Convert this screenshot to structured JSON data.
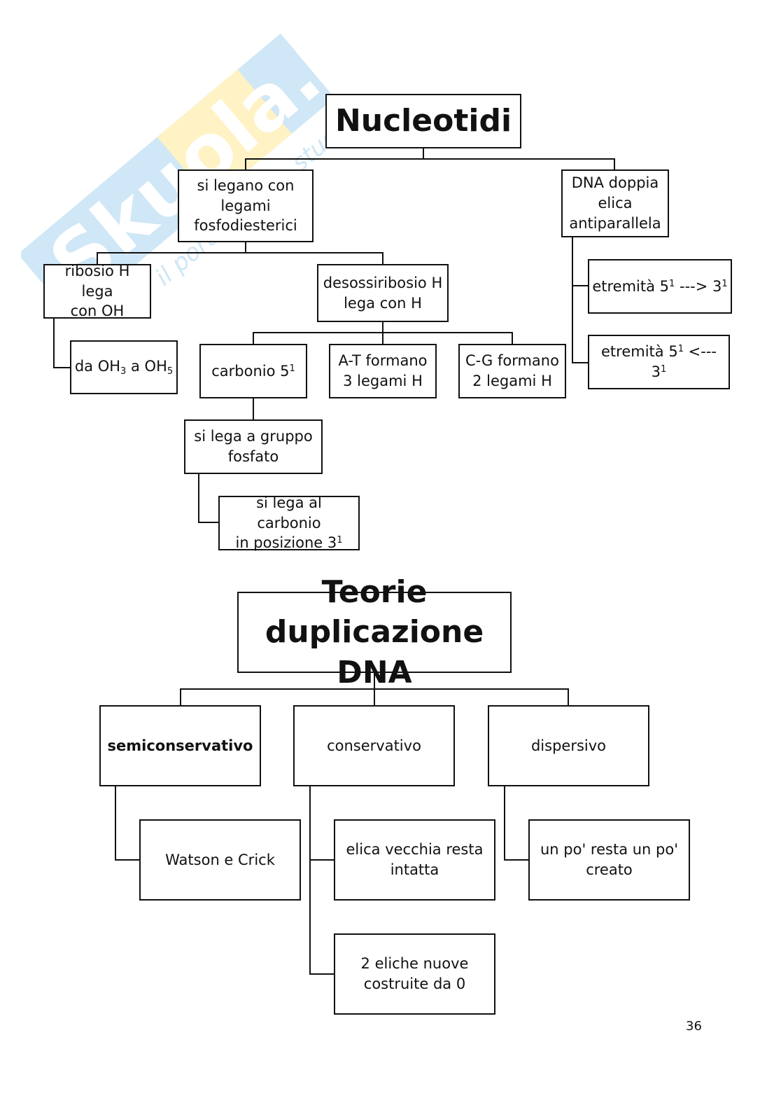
{
  "watermark": {
    "logo_text": "Skuola.net",
    "tagline": "il portale dello studente"
  },
  "nucleotidi": {
    "title": "Nucleotidi",
    "legami": {
      "line1": "si legano con",
      "line2": "legami",
      "line3": "fosfodiesterici"
    },
    "ribosio": {
      "line1": "ribosio H lega",
      "line2": "con OH"
    },
    "da_oh": {
      "t1": "da OH",
      "s1": "3",
      "t2": " a OH",
      "s2": "5"
    },
    "desossiribosio": {
      "line1": "desossiribosio H",
      "line2": "lega con H"
    },
    "carbonio": {
      "text": "carbonio 5",
      "sup": "1"
    },
    "at": {
      "line1": "A-T formano",
      "line2": "3 legami H"
    },
    "cg": {
      "line1": "C-G formano",
      "line2": "2 legami H"
    },
    "fosfato": {
      "line1": "si lega a gruppo",
      "line2": "fosfato"
    },
    "carbonio3": {
      "line1": "si lega al carbonio",
      "line2": "in posizione 3",
      "sup": "1"
    },
    "dna": {
      "line1": "DNA doppia",
      "line2": "elica",
      "line3": "antiparallela"
    },
    "etr1": {
      "t1": "etremità 5",
      "sup1": "1",
      "t2": " ---> 3",
      "sup2": "1"
    },
    "etr2": {
      "t1": "etremità 5",
      "sup1": "1",
      "t2": " <--- 3",
      "sup2": "1"
    }
  },
  "teorie": {
    "title_line1": "Teorie",
    "title_line2": "duplicazione DNA",
    "semi": "semiconservativo",
    "watson": "Watson e Crick",
    "cons": "conservativo",
    "elica_vecchia": {
      "line1": "elica vecchia resta",
      "line2": "intatta"
    },
    "due_eliche": {
      "line1": "2 eliche nuove",
      "line2": "costruite da 0"
    },
    "disp": "dispersivo",
    "un_po": {
      "line1": "un po' resta un po'",
      "line2": "creato"
    }
  },
  "page_number": "36",
  "colors": {
    "watermark_blue": "#6cb6e4",
    "watermark_yellow": "#ffd84a",
    "stroke": "#111111"
  }
}
